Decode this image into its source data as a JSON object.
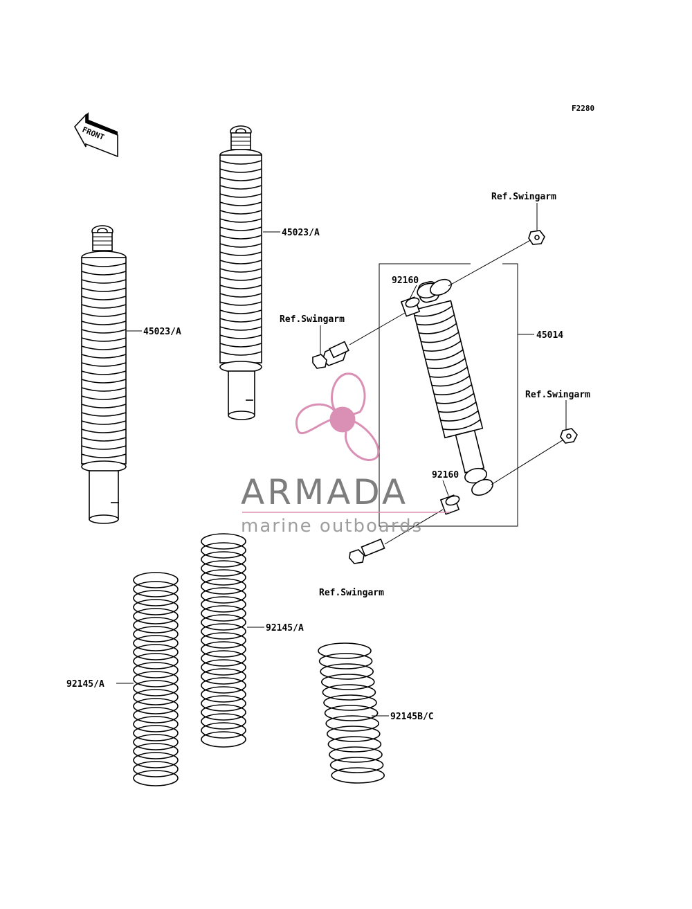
{
  "diagram": {
    "code": "F2280",
    "front_label": "FRONT"
  },
  "labels": {
    "shock_top": "45023/A",
    "shock_left": "45023/A",
    "bushing_top": "92160",
    "bushing_bottom": "92160",
    "shock_assembly": "45014",
    "ref_top_right": "Ref.Swingarm",
    "ref_left_bolt": "Ref.Swingarm",
    "ref_right_mid": "Ref.Swingarm",
    "ref_bottom": "Ref.Swingarm",
    "spring_mid": "92145/A",
    "spring_left": "92145/A",
    "spring_right": "92145B/C"
  },
  "watermark": {
    "brand": "ARMADA",
    "tagline": "marine outboards",
    "accent_color": "#d98bb0",
    "text_color": "#777777"
  }
}
